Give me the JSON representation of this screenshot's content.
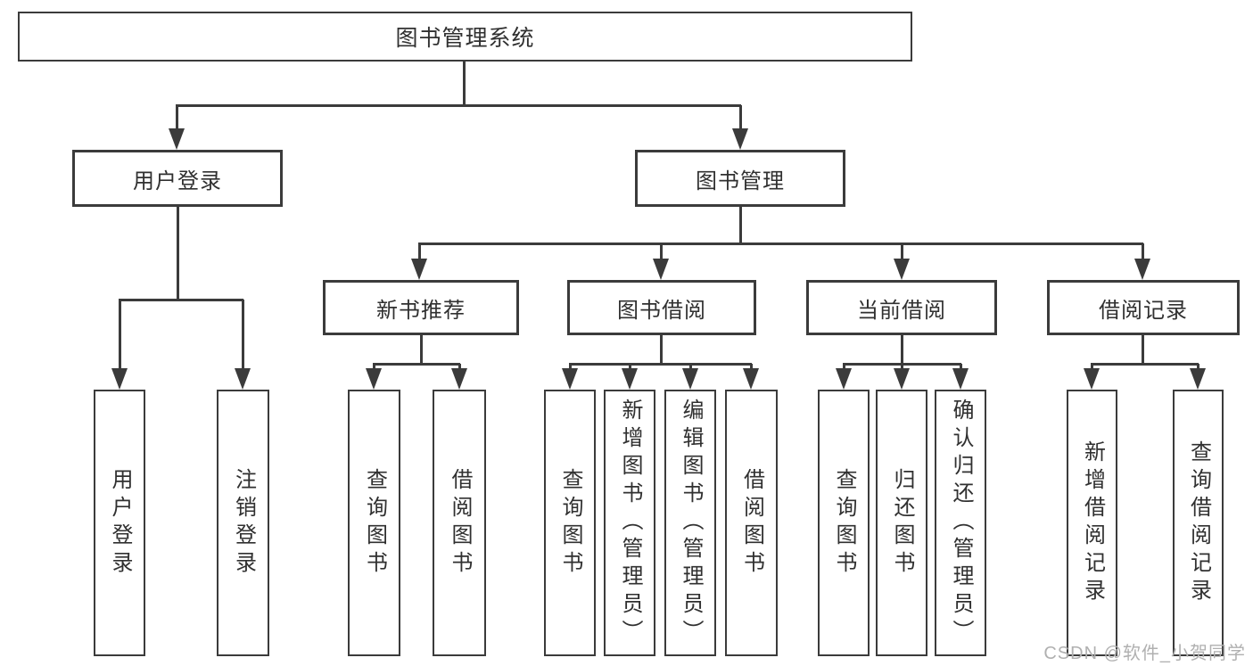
{
  "diagram": {
    "type": "tree",
    "root": {
      "label": "图书管理系统"
    },
    "level1": [
      {
        "label": "用户登录"
      },
      {
        "label": "图书管理"
      }
    ],
    "level2": [
      {
        "label": "新书推荐",
        "parent": "图书管理"
      },
      {
        "label": "图书借阅",
        "parent": "图书管理"
      },
      {
        "label": "当前借阅",
        "parent": "图书管理"
      },
      {
        "label": "借阅记录",
        "parent": "图书管理"
      }
    ],
    "leaves": [
      {
        "label": "用户登录",
        "parent": "用户登录"
      },
      {
        "label": "注销登录",
        "parent": "用户登录"
      },
      {
        "label": "查询图书",
        "parent": "新书推荐"
      },
      {
        "label": "借阅图书",
        "parent": "新书推荐"
      },
      {
        "label": "查询图书",
        "parent": "图书借阅"
      },
      {
        "label": "新增图书（管理员）",
        "parent": "图书借阅"
      },
      {
        "label": "编辑图书（管理员）",
        "parent": "图书借阅"
      },
      {
        "label": "借阅图书",
        "parent": "图书借阅"
      },
      {
        "label": "查询图书",
        "parent": "当前借阅"
      },
      {
        "label": "归还图书",
        "parent": "当前借阅"
      },
      {
        "label": "确认归还（管理员）",
        "parent": "当前借阅"
      },
      {
        "label": "新增借阅记录",
        "parent": "借阅记录"
      },
      {
        "label": "查询借阅记录",
        "parent": "借阅记录"
      }
    ],
    "watermark": "CSDN @软件_小贺同学"
  },
  "colors": {
    "line": "#3b3b3b",
    "text": "#303030",
    "box_fill": "#ffffff",
    "background": "#ffffff",
    "watermark": "#b0b0b0"
  }
}
